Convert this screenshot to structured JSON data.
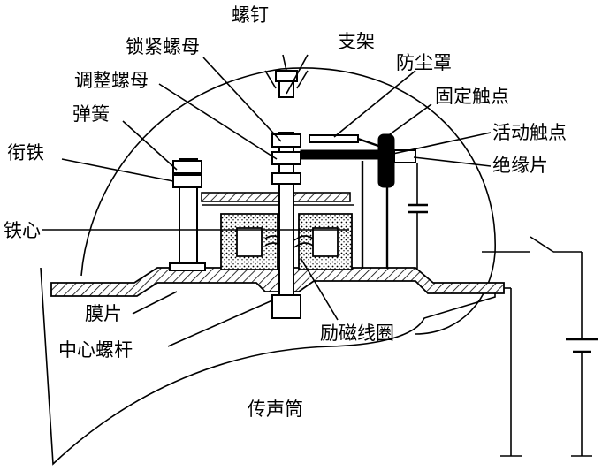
{
  "labels": {
    "screw": "螺钉",
    "bracket": "支架",
    "lock_nut": "锁紧螺母",
    "dust_cover": "防尘罩",
    "adjust_nut": "调整螺母",
    "fixed_contact": "固定触点",
    "spring": "弹簧",
    "moving_contact": "活动触点",
    "armature": "衔铁",
    "insulator": "绝缘片",
    "iron_core": "铁心",
    "diaphragm": "膜片",
    "center_bolt": "中心螺杆",
    "excitation_coil": "励磁线圈",
    "horn_tube": "传声筒"
  }
}
